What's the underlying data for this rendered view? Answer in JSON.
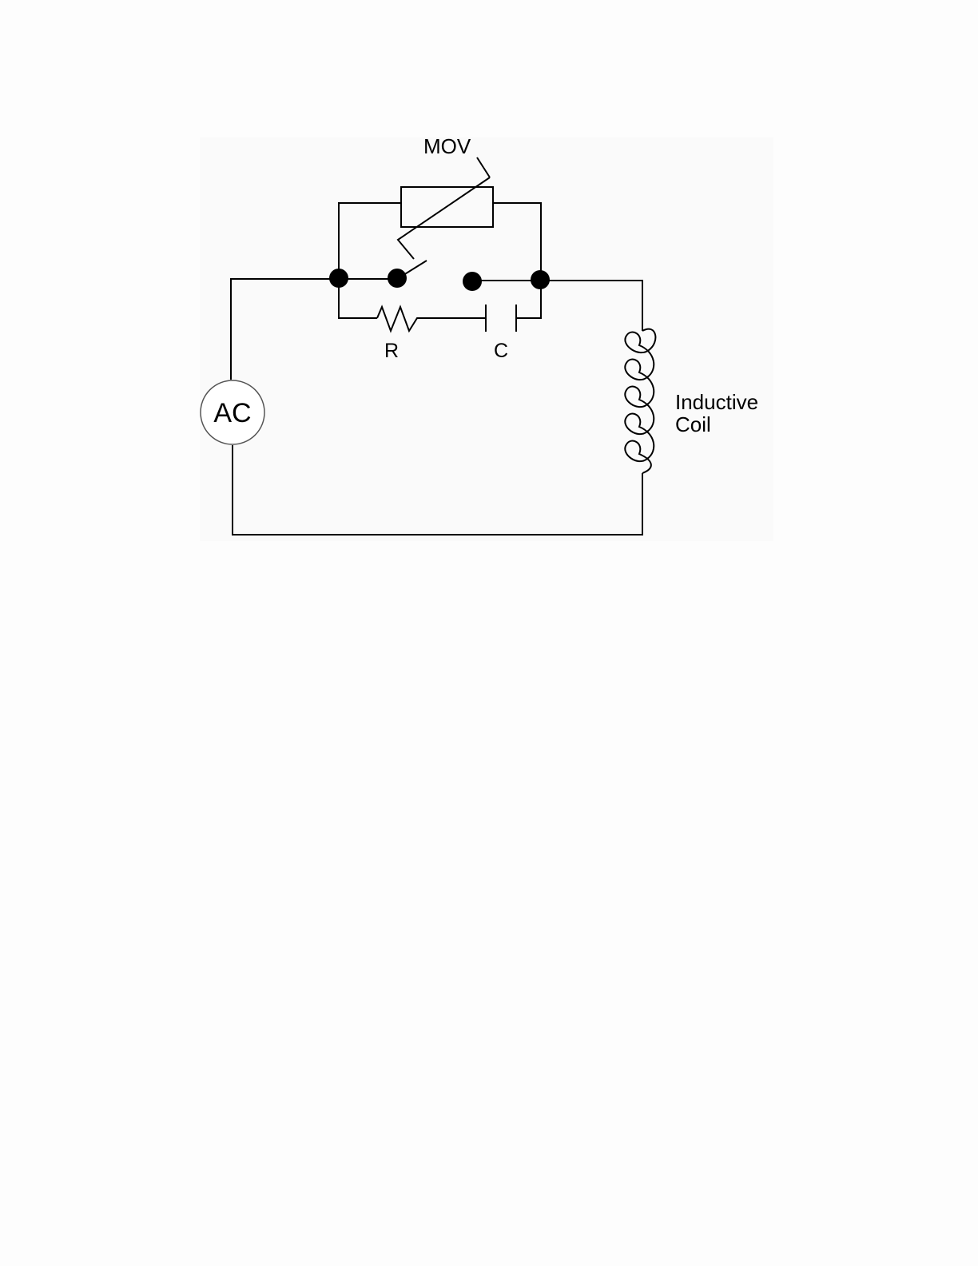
{
  "diagram": {
    "labels": {
      "mov": "MOV",
      "resistor": "R",
      "capacitor": "C",
      "source": "AC",
      "coil_line1": "Inductive",
      "coil_line2": "Coil"
    },
    "colors": {
      "background": "#fdfdfd",
      "panel": "#fafafa",
      "line": "#000000",
      "source_outline": "#555555"
    }
  }
}
